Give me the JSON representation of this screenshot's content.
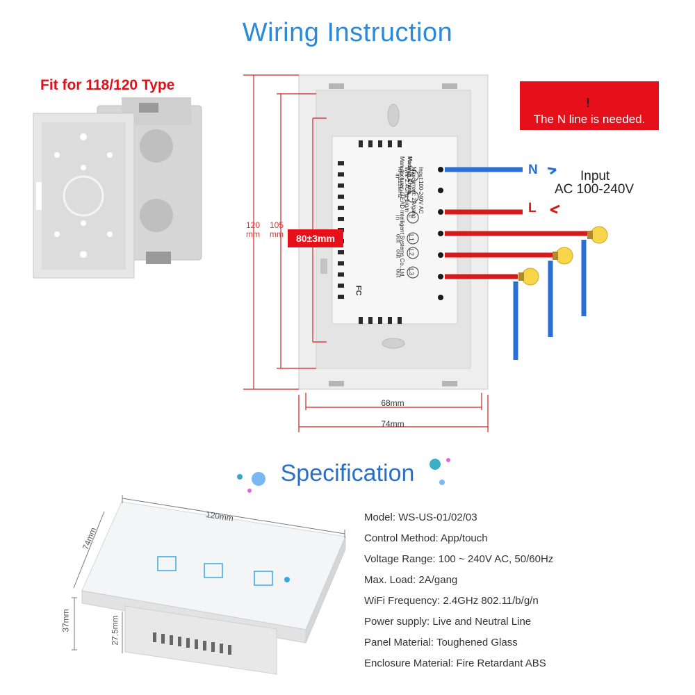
{
  "header": {
    "title": "Wiring Instruction"
  },
  "junction_box": {
    "label": "Fit for 118/120 Type"
  },
  "warning": {
    "icon": "!",
    "text": "The N line is needed."
  },
  "dimensions": {
    "height_120": "120\nmm",
    "height_105": "105\nmm",
    "depth_tag": "80±3mm",
    "width_68": "68mm",
    "width_74": "74mm"
  },
  "module_print": {
    "made_in": "Made in China",
    "manufacturer": "Manufacturer: ITEAD Intelligent Systems Co.,Ltd",
    "input": "Input:100-240V AC",
    "maxcurrent": "Maxcurrent: 2A/gang",
    "wifi": "Wifi: 2.4GHz b/g/n",
    "rf": "RF: 315MHz",
    "fc": "FC",
    "terminals": [
      {
        "mark": "N",
        "dir": "in"
      },
      {
        "mark": "",
        "dir": ""
      },
      {
        "mark": "L",
        "dir": "in"
      },
      {
        "mark": "L1",
        "dir": "out"
      },
      {
        "mark": "L2",
        "dir": "out"
      },
      {
        "mark": "L3",
        "dir": "out"
      }
    ]
  },
  "wires": {
    "neutral": "N",
    "live": "L",
    "input_line1": "Input",
    "input_line2": "AC 100-240V",
    "neutral_color": "#2a6fd6",
    "live_color": "#d41a1a"
  },
  "spec": {
    "title": "Specification",
    "items": [
      "Model: WS-US-01/02/03",
      "Control Method: App/touch",
      "Voltage Range: 100 ~ 240V AC, 50/60Hz",
      "Max. Load: 2A/gang",
      "WiFi Frequency: 2.4GHz 802.11/b/g/n",
      "Power supply: Live and Neutral Line",
      "Panel Material: Toughened Glass",
      "Enclosure Material: Fire Retardant ABS"
    ],
    "dims": {
      "width": "120mm",
      "height": "74mm",
      "depth_total": "37mm",
      "depth_body": "27.5mm"
    }
  },
  "colors": {
    "title_blue": "#2a8ad9",
    "warning_red": "#e5101a",
    "touch_blue": "#3aa8e0"
  }
}
